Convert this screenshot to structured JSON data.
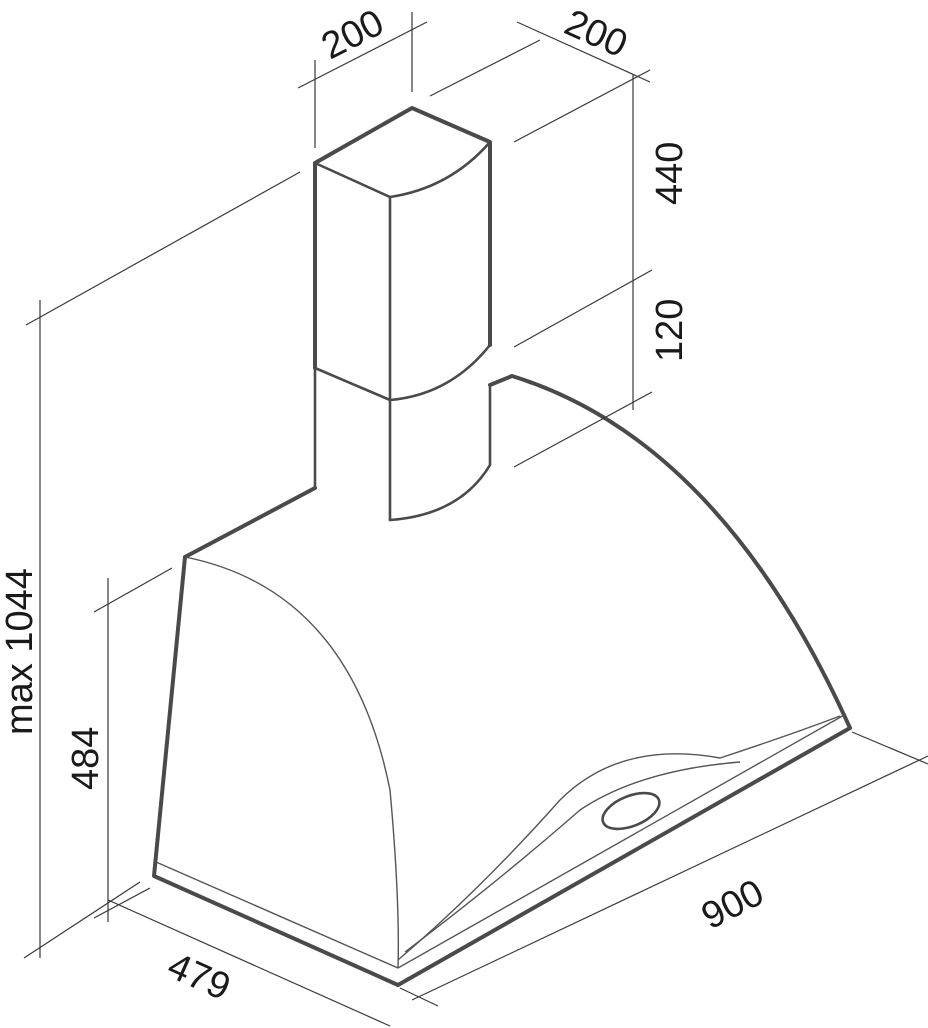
{
  "dimensions": {
    "chimney_width": "200",
    "chimney_depth": "200",
    "upper_chimney_height": "440",
    "lower_chimney_height": "120",
    "max_total_height": "max 1044",
    "hood_height": "484",
    "hood_depth": "479",
    "hood_width": "900"
  },
  "colors": {
    "outline": "#4a4a4a",
    "dimension_line": "#3a3a3a",
    "text": "#1a1a1a"
  }
}
